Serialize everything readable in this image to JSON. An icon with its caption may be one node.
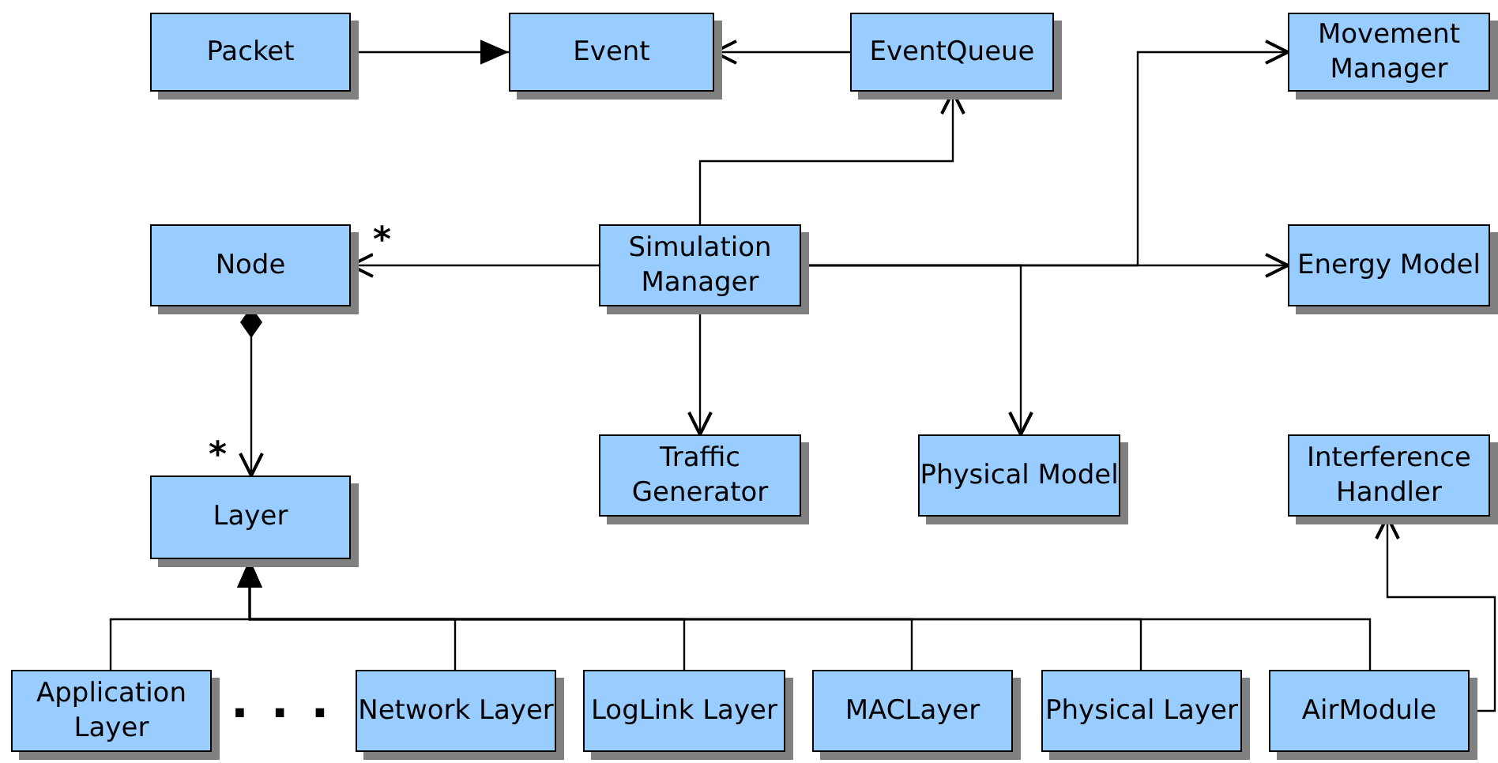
{
  "diagram": {
    "nodes": [
      {
        "text": [
          "Packet"
        ]
      },
      {
        "text": [
          "Event"
        ]
      },
      {
        "text": [
          "EventQueue"
        ]
      },
      {
        "text": [
          "Movement Manager"
        ]
      },
      {
        "text": [
          "Node"
        ]
      },
      {
        "text": [
          "Simulation Manager"
        ]
      },
      {
        "text": [
          "Energy Model"
        ]
      },
      {
        "text": [
          "Traffic Generator"
        ]
      },
      {
        "text": [
          "Physical Model"
        ]
      },
      {
        "text": [
          "Interference Handler"
        ]
      },
      {
        "text": [
          "Layer"
        ]
      },
      {
        "text": [
          "Application Layer"
        ]
      },
      {
        "text": [
          "Network Layer"
        ]
      },
      {
        "text": [
          "LogLink Layer"
        ]
      },
      {
        "text": [
          "MACLayer"
        ]
      },
      {
        "text": [
          "Physical Layer"
        ]
      },
      {
        "text": [
          "AirModule"
        ]
      }
    ],
    "edges": [
      {
        "from": 0,
        "to": 1,
        "arrow": "to"
      },
      {
        "from": 2,
        "to": 1,
        "arrow": "to"
      },
      {
        "from": 5,
        "to": 2,
        "arrow": "to"
      },
      {
        "from": 5,
        "to": 4,
        "arrow": "to",
        "label": "*"
      },
      {
        "from": 4,
        "to": 10,
        "arrow": "to",
        "label": "*"
      },
      {
        "from": 5,
        "to": 3,
        "arrow": "to"
      },
      {
        "from": 5,
        "to": 6,
        "arrow": "to"
      },
      {
        "from": 5,
        "to": 7,
        "arrow": "to"
      },
      {
        "from": 5,
        "to": 8,
        "arrow": "to"
      },
      {
        "from": 11,
        "to": 10,
        "arrow": "to"
      },
      {
        "from": 12,
        "to": 10,
        "arrow": "to"
      },
      {
        "from": 13,
        "to": 10,
        "arrow": "to"
      },
      {
        "from": 14,
        "to": 10,
        "arrow": "to"
      },
      {
        "from": 15,
        "to": 10,
        "arrow": "to"
      },
      {
        "from": 16,
        "to": 10,
        "arrow": "to"
      },
      {
        "from": 16,
        "to": 9,
        "arrow": "to"
      }
    ],
    "labels": [
      "..."
    ]
  }
}
